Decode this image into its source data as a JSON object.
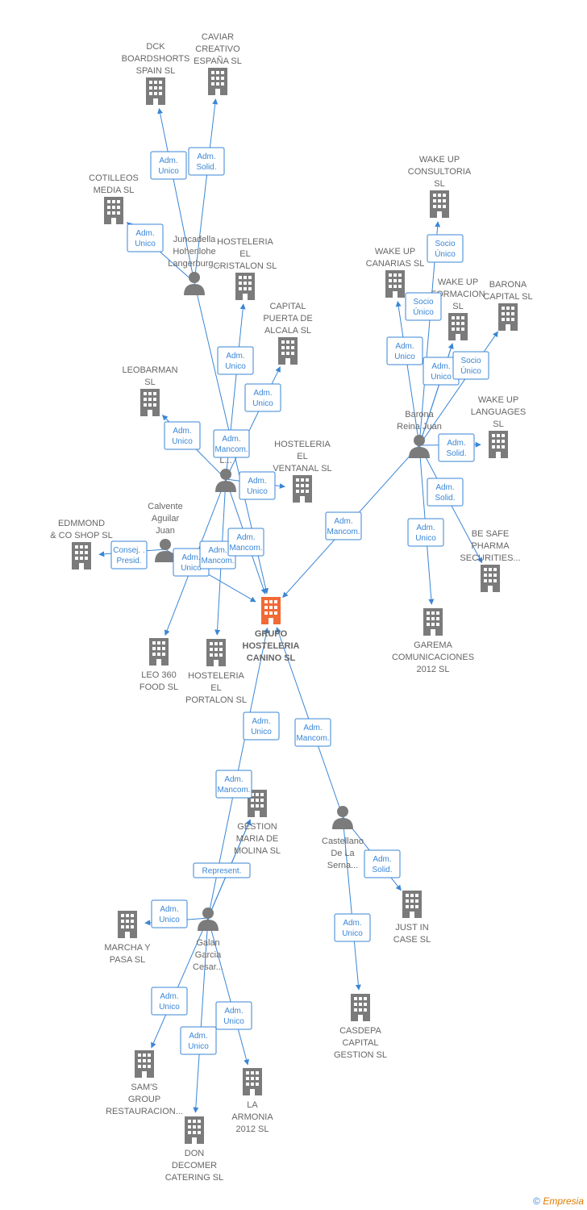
{
  "colors": {
    "edge": "#3a86d6",
    "building": "#7b7b7b",
    "focus_building": "#f26a35",
    "person": "#7b7b7b",
    "label": "#666666"
  },
  "nodes": [
    {
      "id": "dck",
      "type": "company",
      "label": [
        "DCK",
        "BOARDSHORTS",
        "SPAIN  SL"
      ]
    },
    {
      "id": "caviar",
      "type": "company",
      "label": [
        "CAVIAR",
        "CREATIVO",
        "ESPAÑA  SL"
      ]
    },
    {
      "id": "cotilleos",
      "type": "company",
      "label": [
        "COTILLEOS",
        "MEDIA  SL"
      ]
    },
    {
      "id": "juncadella",
      "type": "person",
      "label": [
        "Juncadella",
        "Hohenlohe",
        "Langerburg..."
      ]
    },
    {
      "id": "cristalon",
      "type": "company",
      "label": [
        "HOSTELERIA",
        "EL",
        "CRISTALON  SL"
      ]
    },
    {
      "id": "capitalpuerta",
      "type": "company",
      "label": [
        "CAPITAL",
        "PUERTA DE",
        "ALCALA  SL"
      ]
    },
    {
      "id": "leobarman",
      "type": "company",
      "label": [
        "LEOBARMAN",
        "SL"
      ]
    },
    {
      "id": "perez",
      "type": "person",
      "label": [
        "Perez",
        "L..."
      ]
    },
    {
      "id": "ventanal",
      "type": "company",
      "label": [
        "HOSTELERIA",
        "EL",
        "VENTANAL  SL"
      ]
    },
    {
      "id": "calvente",
      "type": "person",
      "label": [
        "Calvente",
        "Aguilar",
        "Juan"
      ]
    },
    {
      "id": "edmmond",
      "type": "company",
      "label": [
        "EDMMOND",
        "& CO SHOP  SL"
      ]
    },
    {
      "id": "grupo",
      "type": "focus",
      "label": [
        "GRUPO",
        "HOSTELERIA",
        "CANINO  SL"
      ]
    },
    {
      "id": "leo360",
      "type": "company",
      "label": [
        "LEO 360",
        "FOOD  SL"
      ]
    },
    {
      "id": "portalon",
      "type": "company",
      "label": [
        "HOSTELERIA",
        "EL",
        "PORTALON  SL"
      ]
    },
    {
      "id": "wakeupcons",
      "type": "company",
      "label": [
        "WAKE UP",
        "CONSULTORIA",
        "SL"
      ]
    },
    {
      "id": "wakeupcan",
      "type": "company",
      "label": [
        "WAKE UP",
        "CANARIAS  SL"
      ]
    },
    {
      "id": "wakeupform",
      "type": "company",
      "label": [
        "WAKE UP",
        "FORMACION",
        "SL"
      ]
    },
    {
      "id": "baronacap",
      "type": "company",
      "label": [
        "BARONA",
        "CAPITAL  SL"
      ]
    },
    {
      "id": "barona",
      "type": "person",
      "label": [
        "Barona",
        "Reina Juan"
      ]
    },
    {
      "id": "wakeuplang",
      "type": "company",
      "label": [
        "WAKE UP",
        "LANGUAGES",
        "SL"
      ]
    },
    {
      "id": "besafe",
      "type": "company",
      "label": [
        "BE SAFE",
        "PHARMA",
        "SECURITIES..."
      ]
    },
    {
      "id": "garema",
      "type": "company",
      "label": [
        "GAREMA",
        "COMUNICACIONES",
        "2012 SL"
      ]
    },
    {
      "id": "gestion",
      "type": "company",
      "label": [
        "GESTION",
        "MARIA DE",
        "MOLINA  SL"
      ]
    },
    {
      "id": "castellano",
      "type": "person",
      "label": [
        "Castellano",
        "De La",
        "Serna..."
      ]
    },
    {
      "id": "justincase",
      "type": "company",
      "label": [
        "JUST IN",
        "CASE  SL"
      ]
    },
    {
      "id": "marcha",
      "type": "company",
      "label": [
        "MARCHA Y",
        "PASA SL"
      ]
    },
    {
      "id": "galan",
      "type": "person",
      "label": [
        "Galan",
        "Garcia",
        "Cesar..."
      ]
    },
    {
      "id": "casdepa",
      "type": "company",
      "label": [
        "CASDEPA",
        "CAPITAL",
        "GESTION  SL"
      ]
    },
    {
      "id": "sams",
      "type": "company",
      "label": [
        "SAM'S",
        "GROUP",
        "RESTAURACION..."
      ]
    },
    {
      "id": "armonia",
      "type": "company",
      "label": [
        "LA",
        "ARMONIA",
        "2012 SL"
      ]
    },
    {
      "id": "don",
      "type": "company",
      "label": [
        "DON",
        "DECOMER",
        "CATERING SL"
      ]
    }
  ],
  "edges": [
    {
      "from": "juncadella",
      "to": "dck",
      "label": [
        "Adm.",
        "Unico"
      ]
    },
    {
      "from": "juncadella",
      "to": "caviar",
      "label": [
        "Adm.",
        "Solid."
      ]
    },
    {
      "from": "juncadella",
      "to": "cotilleos",
      "label": [
        "Adm.",
        "Unico"
      ]
    },
    {
      "from": "juncadella",
      "to": "grupo",
      "label": []
    },
    {
      "from": "perez",
      "to": "cristalon",
      "label": [
        "Adm.",
        "Unico"
      ]
    },
    {
      "from": "perez",
      "to": "capitalpuerta",
      "label": [
        "Adm.",
        "Unico"
      ]
    },
    {
      "from": "perez",
      "to": "leobarman",
      "label": [
        "Adm.",
        "Unico"
      ]
    },
    {
      "from": "perez",
      "to": "grupo",
      "label": [
        "Adm.",
        "Mancom."
      ]
    },
    {
      "from": "perez",
      "to": "ventanal",
      "label": [
        "Adm.",
        "Unico"
      ]
    },
    {
      "from": "perez",
      "to": "leo360",
      "label": [
        "Adm.",
        "Unico"
      ]
    },
    {
      "from": "perez",
      "to": "portalon",
      "label": [
        "Adm.",
        "Mancom."
      ]
    },
    {
      "from": "calvente",
      "to": "edmmond",
      "label": [
        "Consej. .",
        "Presid."
      ]
    },
    {
      "from": "calvente",
      "to": "grupo",
      "label": [
        "Adm.",
        "Mancom."
      ]
    },
    {
      "from": "barona",
      "to": "grupo",
      "label": [
        "Adm.",
        "Mancom."
      ]
    },
    {
      "from": "barona",
      "to": "wakeupcons",
      "label": [
        "Socio",
        "Único"
      ]
    },
    {
      "from": "barona",
      "to": "wakeupcan",
      "label": [
        "Adm.",
        "Unico"
      ]
    },
    {
      "from": "barona",
      "to": "wakeupform",
      "label": [
        "Socio",
        "Único"
      ]
    },
    {
      "from": "barona",
      "to": "baronacap",
      "label": [
        "Adm.",
        "Unico"
      ]
    },
    {
      "from": "barona",
      "to": "wakeuplang",
      "label": [
        "Socio",
        "Único"
      ]
    },
    {
      "from": "barona",
      "to": "wakeupform",
      "label": [
        "Adm.",
        "Solid."
      ]
    },
    {
      "from": "barona",
      "to": "besafe",
      "label": [
        "Adm.",
        "Solid."
      ]
    },
    {
      "from": "barona",
      "to": "garema",
      "label": [
        "Adm.",
        "Unico"
      ]
    },
    {
      "from": "galan",
      "to": "grupo",
      "label": [
        "Adm.",
        "Unico"
      ]
    },
    {
      "from": "galan",
      "to": "gestion",
      "label": [
        "Adm.",
        "Mancom."
      ]
    },
    {
      "from": "galan",
      "to": "gestion",
      "label": [
        "Represent."
      ]
    },
    {
      "from": "castellano",
      "to": "grupo",
      "label": [
        "Adm.",
        "Mancom."
      ]
    },
    {
      "from": "castellano",
      "to": "justincase",
      "label": [
        "Adm.",
        "Solid."
      ]
    },
    {
      "from": "castellano",
      "to": "casdepa",
      "label": [
        "Adm.",
        "Unico"
      ]
    },
    {
      "from": "galan",
      "to": "marcha",
      "label": [
        "Adm.",
        "Unico"
      ]
    },
    {
      "from": "galan",
      "to": "sams",
      "label": [
        "Adm.",
        "Unico"
      ]
    },
    {
      "from": "galan",
      "to": "don",
      "label": [
        "Adm.",
        "Unico"
      ]
    },
    {
      "from": "galan",
      "to": "armonia",
      "label": [
        "Adm.",
        "Unico"
      ]
    }
  ],
  "footer": {
    "copyright": "©",
    "brand": "Empresia"
  }
}
